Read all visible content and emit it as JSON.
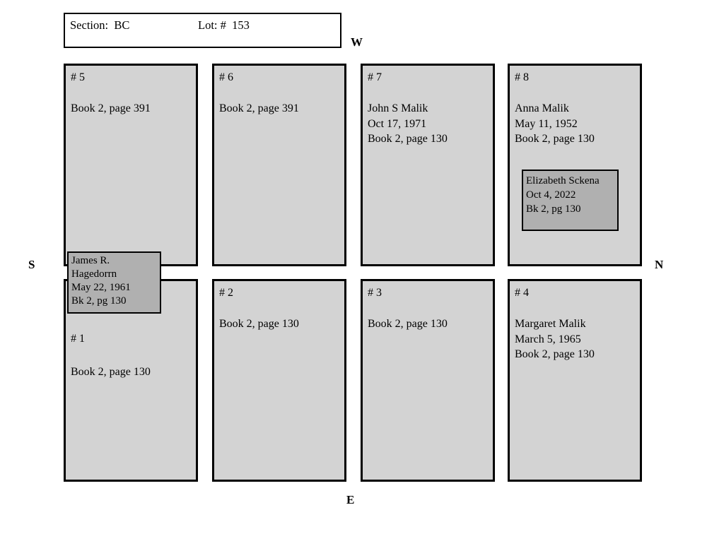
{
  "header": {
    "section_label": "Section:  BC",
    "lot_label": "Lot: #  153"
  },
  "compass": {
    "west": "W",
    "north": "N",
    "south": "S",
    "east": "E"
  },
  "plots": {
    "p5": {
      "number": "# 5",
      "lines": [
        "Book 2, page 391"
      ]
    },
    "p6": {
      "number": "# 6",
      "lines": [
        "Book 2, page 391"
      ]
    },
    "p7": {
      "number": "# 7",
      "lines": [
        "John S Malik",
        "Oct 17, 1971",
        "Book 2, page 130"
      ]
    },
    "p8": {
      "number": "# 8",
      "lines": [
        "Anna Malik",
        "May 11, 1952",
        "Book 2, page 130"
      ]
    },
    "p1": {
      "number": "# 1",
      "lines": [
        "Book 2, page 130"
      ]
    },
    "p2": {
      "number": "# 2",
      "lines": [
        "Book 2, page 130"
      ]
    },
    "p3": {
      "number": "# 3",
      "lines": [
        "Book 2, page 130"
      ]
    },
    "p4": {
      "number": "# 4",
      "lines": [
        "Margaret Malik",
        "March 5, 1965",
        "Book 2, page 130"
      ]
    }
  },
  "markers": {
    "hagedorrn": {
      "lines": [
        "James R.",
        "Hagedorrn",
        "May 22, 1961",
        "Bk 2, pg 130"
      ]
    },
    "sckena": {
      "lines": [
        "Elizabeth Sckena",
        "Oct 4, 2022",
        "Bk 2, pg 130"
      ]
    }
  },
  "colors": {
    "plot_fill": "#d3d3d3",
    "marker_fill": "#b0b0b0",
    "border": "#000000",
    "background": "#ffffff"
  }
}
